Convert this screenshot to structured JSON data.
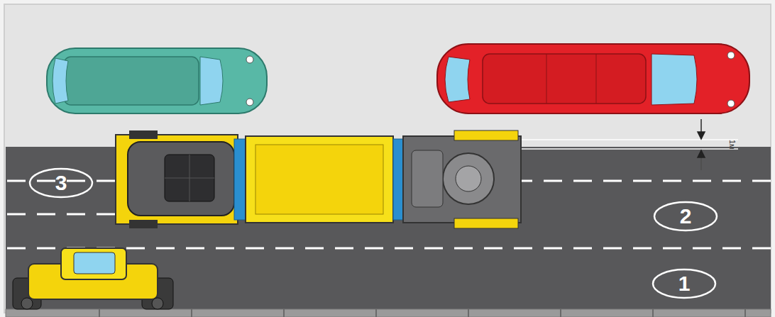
{
  "diagram": {
    "nodes": [
      {
        "text": [
          "3"
        ]
      },
      {
        "text": [
          "2"
        ]
      },
      {
        "text": [
          "1"
        ]
      }
    ],
    "labels": [
      "1м"
    ]
  }
}
